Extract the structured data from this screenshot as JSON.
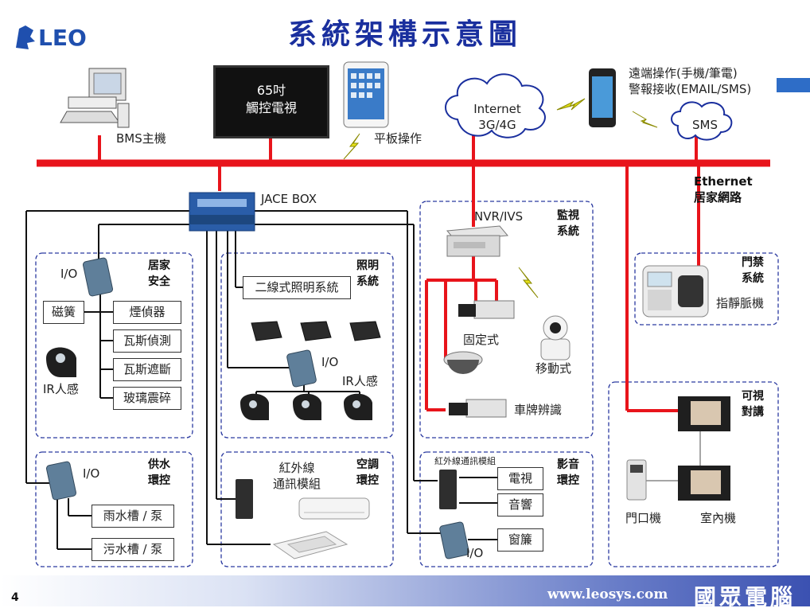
{
  "title": "系統架構示意圖",
  "logo": "LEO",
  "nodes": {
    "bms": "BMS主機",
    "tv_line1": "65吋",
    "tv_line2": "觸控電視",
    "tablet": "平板操作",
    "internet_line1": "Internet",
    "internet_line2": "3G/4G",
    "remote_line1": "遠端操作(手機/筆電)",
    "remote_line2": "警報接收(EMAIL/SMS)",
    "sms": "SMS",
    "ethernet_line1": "Ethernet",
    "ethernet_line2": "居家網路",
    "jace": "JACE BOX"
  },
  "security": {
    "title1": "居家",
    "title2": "安全",
    "io": "I/O",
    "reed": "磁簧",
    "ir": "IR人感",
    "smoke": "煙偵器",
    "gas_detect": "瓦斯偵測",
    "gas_cut": "瓦斯遮斷",
    "glass": "玻璃震碎"
  },
  "lighting": {
    "title1": "照明",
    "title2": "系統",
    "two_wire": "二線式照明系統",
    "io": "I/O",
    "ir": "IR人感"
  },
  "water": {
    "title1": "供水",
    "title2": "環控",
    "io": "I/O",
    "rain": "雨水槽 / 泵",
    "sewage": "污水槽 / 泵"
  },
  "aircon": {
    "title1": "空調",
    "title2": "環控",
    "module_line1": "紅外線",
    "module_line2": "通訊模組"
  },
  "surveillance": {
    "title1": "監視",
    "title2": "系統",
    "nvr": "NVR/IVS",
    "fixed": "固定式",
    "mobile": "移動式",
    "lpr": "車牌辨識"
  },
  "access": {
    "title1": "門禁",
    "title2": "系統",
    "vein": "指靜脈機"
  },
  "av": {
    "title1": "影音",
    "title2": "環控",
    "module": "紅外線通訊模組",
    "tv": "電視",
    "audio": "音響",
    "curtain": "窗簾",
    "io": "I/O"
  },
  "intercom": {
    "title1": "可視",
    "title2": "對講",
    "door": "門口機",
    "indoor": "室內機"
  },
  "footer": {
    "page": "4",
    "url": "www.leosys.com",
    "corp": "國眾電腦"
  },
  "colors": {
    "bus": "#e8141b",
    "title": "#1a2f9e",
    "dash": "#2b3aa0"
  }
}
